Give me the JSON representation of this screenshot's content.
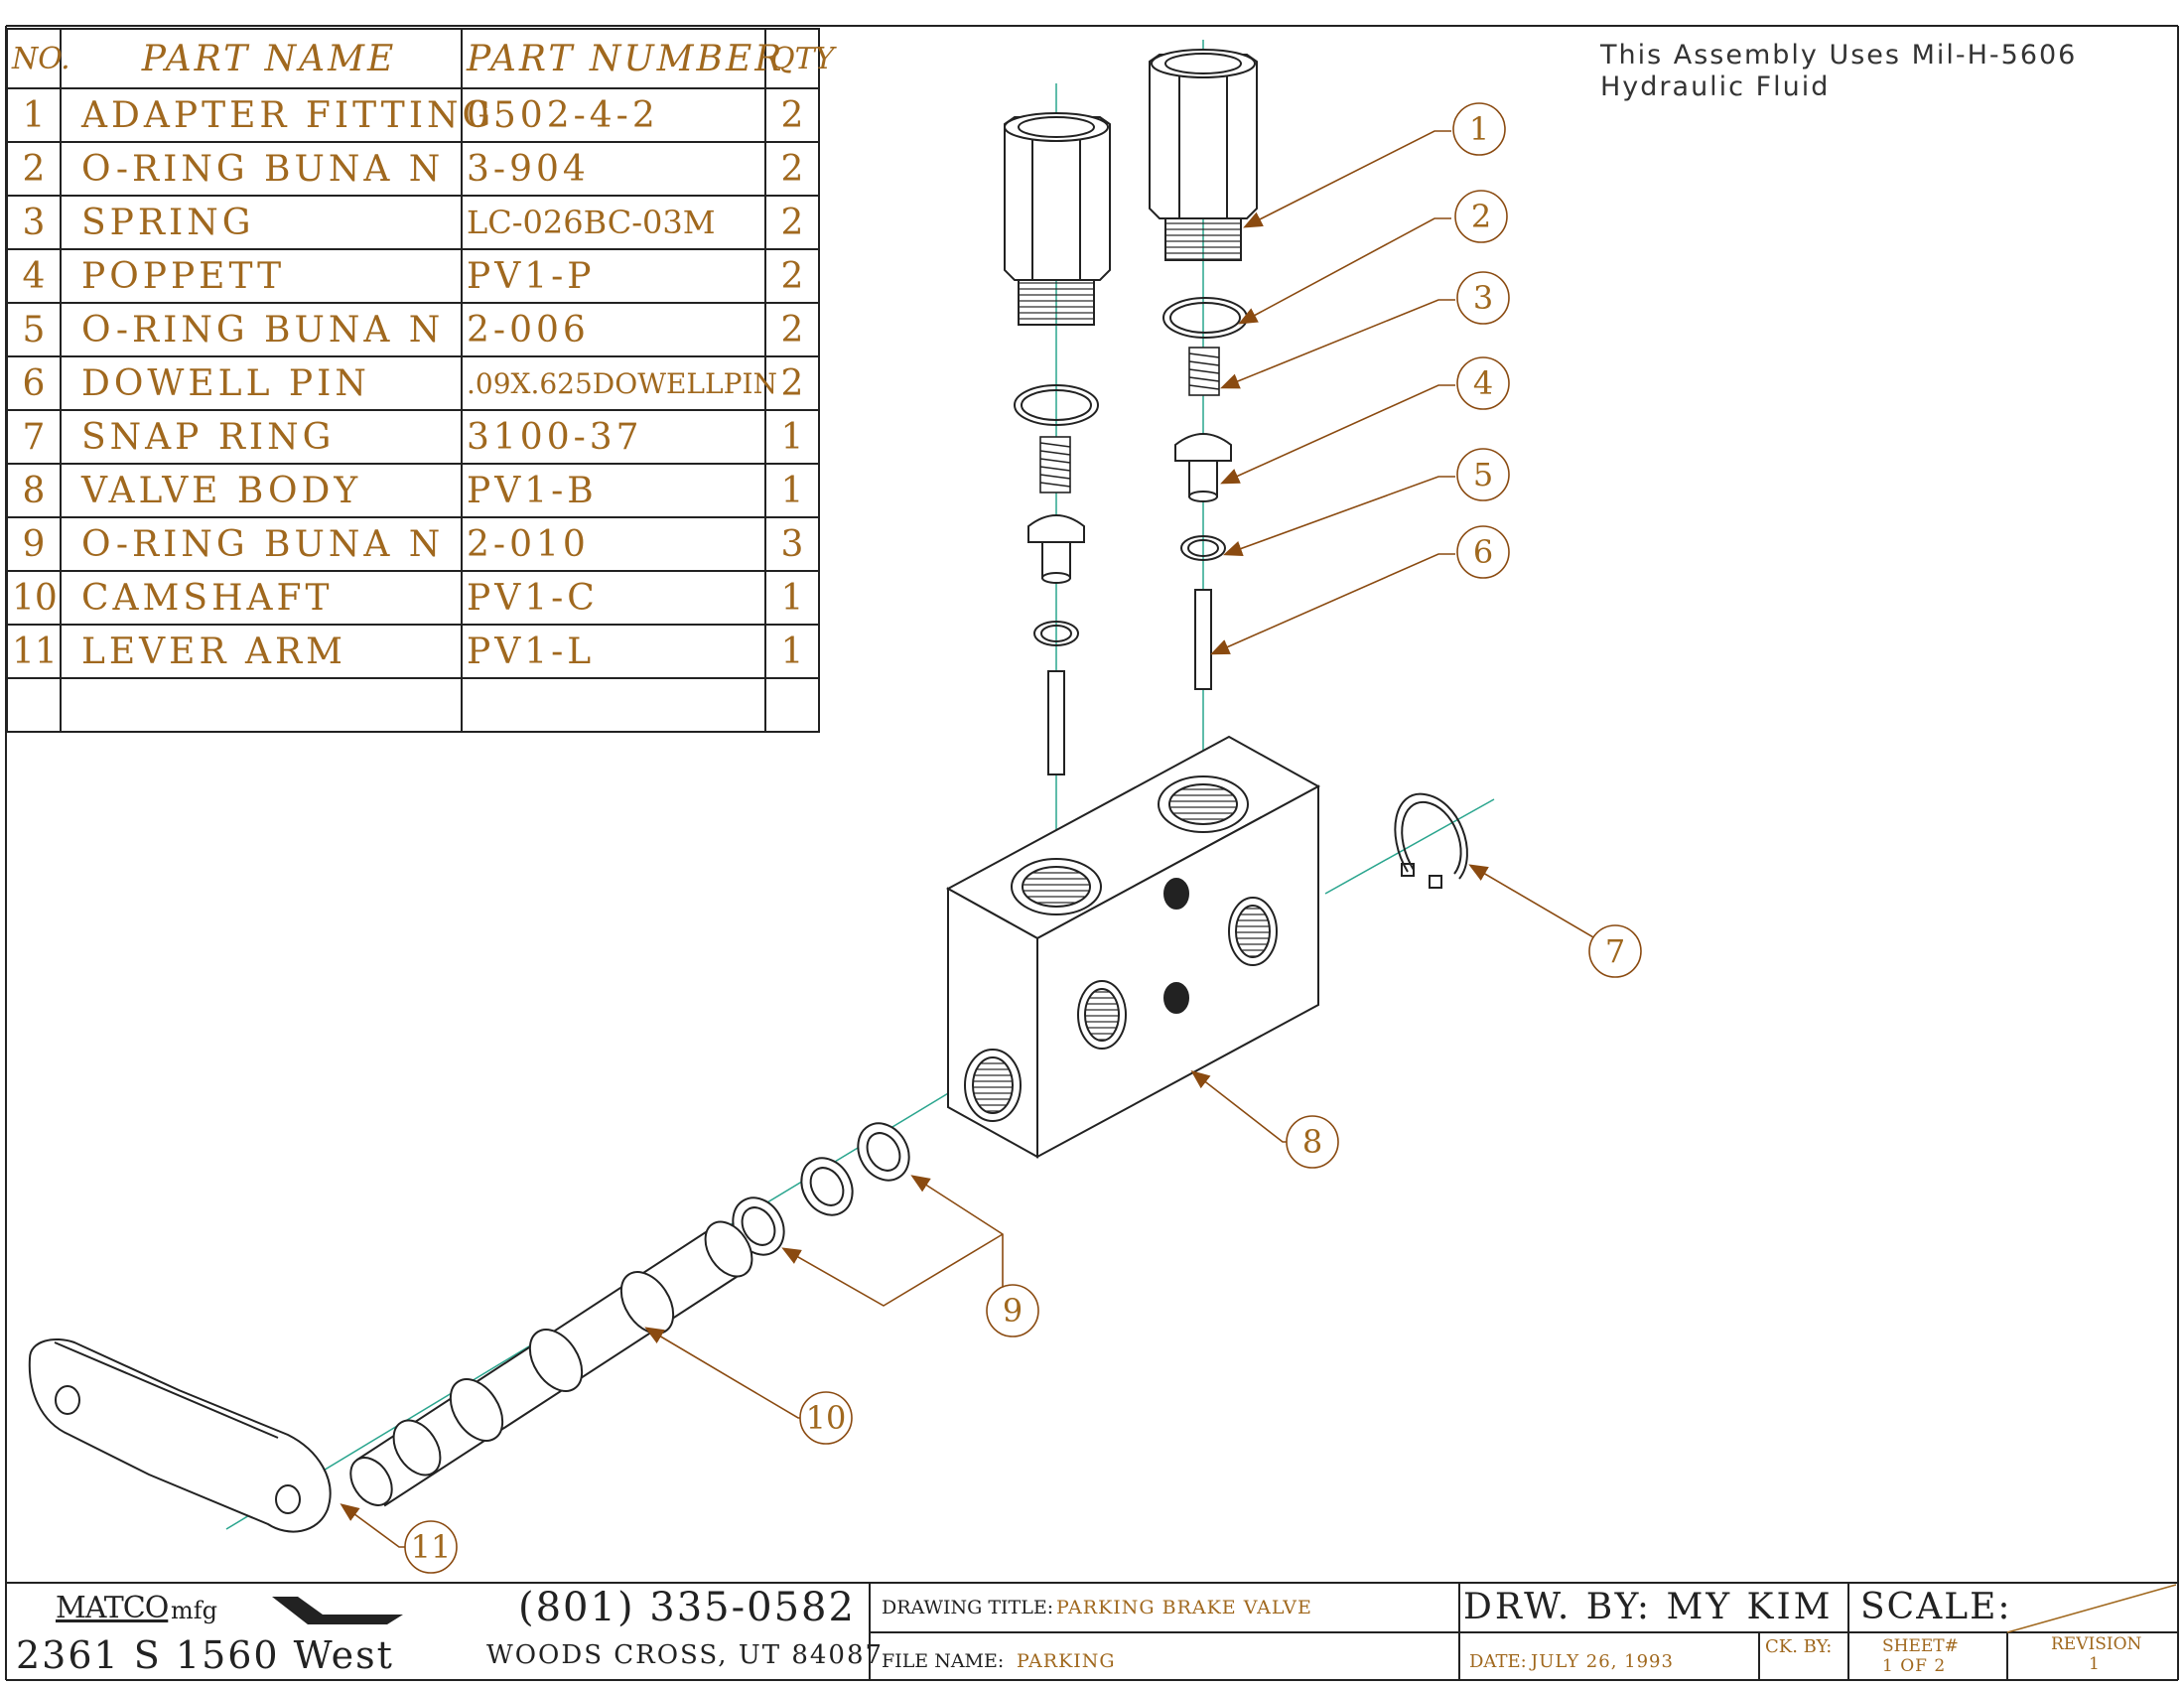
{
  "parts_table": {
    "headers": {
      "no": "NO.",
      "name": "PART NAME",
      "part_number": "PART NUMBER",
      "qty": "QTY"
    },
    "rows": [
      {
        "no": "1",
        "name": "ADAPTER FITTING",
        "part_number": "0502-4-2",
        "qty": "2"
      },
      {
        "no": "2",
        "name": "O-RING BUNA N",
        "part_number": "3-904",
        "qty": "2"
      },
      {
        "no": "3",
        "name": "SPRING",
        "part_number": "LC-026BC-03M",
        "qty": "2"
      },
      {
        "no": "4",
        "name": "POPPETT",
        "part_number": "PV1-P",
        "qty": "2"
      },
      {
        "no": "5",
        "name": "O-RING BUNA N",
        "part_number": "2-006",
        "qty": "2"
      },
      {
        "no": "6",
        "name": "DOWELL PIN",
        "part_number": ".09X.625DOWELLPIN",
        "qty": "2"
      },
      {
        "no": "7",
        "name": "SNAP RING",
        "part_number": "3100-37",
        "qty": "1"
      },
      {
        "no": "8",
        "name": "VALVE BODY",
        "part_number": "PV1-B",
        "qty": "1"
      },
      {
        "no": "9",
        "name": "O-RING BUNA N",
        "part_number": "2-010",
        "qty": "3"
      },
      {
        "no": "10",
        "name": "CAMSHAFT",
        "part_number": "PV1-C",
        "qty": "1"
      },
      {
        "no": "11",
        "name": "LEVER ARM",
        "part_number": "PV1-L",
        "qty": "1"
      }
    ]
  },
  "note": "This Assembly Uses Mil-H-5606\nHydraulic Fluid",
  "balloons": [
    "1",
    "2",
    "3",
    "4",
    "5",
    "6",
    "7",
    "8",
    "9",
    "10",
    "11"
  ],
  "title_block": {
    "company_logo": "MATCO",
    "company_suffix": "mfg",
    "address_line1": "2361 S 1560 West",
    "phone": "(801) 335-0582",
    "city": "WOODS CROSS, UT 84087",
    "drawing_title_label": "DRAWING TITLE:",
    "drawing_title": "PARKING BRAKE VALVE",
    "file_name_label": "FILE NAME:",
    "file_name": "PARKING",
    "drawn_by": "DRW. BY: MY KIM",
    "date_label": "DATE:",
    "date": "JULY 26, 1993",
    "checked_by_label": "CK. BY:",
    "scale_label": "SCALE:",
    "sheet_label": "SHEET#",
    "sheet_value": "1 OF 2",
    "revision_label": "REVISION",
    "revision_value": "1"
  },
  "colors": {
    "ink": "#222222",
    "callout": "#a0681e",
    "centerline": "#2aa58e"
  }
}
